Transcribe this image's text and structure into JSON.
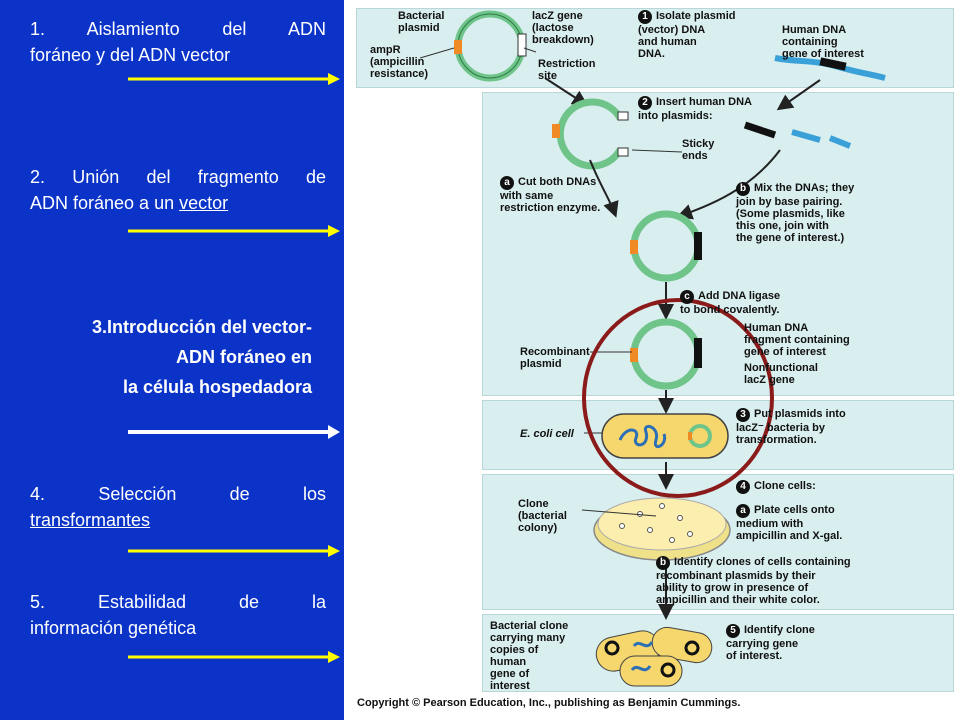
{
  "left": {
    "step1": {
      "line1": "1. Aislamiento del ADN",
      "line2": "foráneo y del ADN vector"
    },
    "step2": {
      "line1": "2. Unión del fragmento de",
      "line2_pre": "ADN foráneo a un ",
      "line2_u": "vector"
    },
    "step3": {
      "line1": "3.Introducción del vector-",
      "line2": "ADN foráneo en",
      "line3": "la célula hospedadora"
    },
    "step4": {
      "line1": "4. Selección de los",
      "line2_u": "transformantes"
    },
    "step5": {
      "line1": "5. Estabilidad de la",
      "line2": "información genética"
    }
  },
  "colors": {
    "background": "#0b33c8",
    "arrow": "#ffff00",
    "arrow_highlight": "#ffffff",
    "panel": "#d9eeee",
    "plasmid": "#6fc48a",
    "circle": "#8b1a1a"
  },
  "diagram": {
    "bacterial_plasmid": "Bacterial\nplasmid",
    "lacz_gene": "lacZ gene\n(lactose\nbreakdown)",
    "ampr": "ampR\n(ampicillin\nresistance)",
    "restriction_site": "Restriction\nsite",
    "step1": "Isolate plasmid\n(vector) DNA\nand human\nDNA.",
    "human_dna": "Human DNA\ncontaining\ngene of interest",
    "step2": "Insert human DNA\ninto plasmids:",
    "sticky_ends": "Sticky\nends",
    "step2a": "Cut both DNAs\nwith same\nrestriction enzyme.",
    "step2b": "Mix the DNAs; they\njoin by base pairing.\n(Some plasmids, like\nthis one, join with\nthe gene of interest.)",
    "step2c": "Add DNA ligase\nto bond covalently.",
    "human_fragment": "Human DNA\nfragment containing\ngene of interest",
    "recombinant": "Recombinant\nplasmid",
    "nonfunctional": "Nonfunctional\nlacZ gene",
    "step3": "Put plasmids into\nlacZ⁻ bacteria by\ntransformation.",
    "ecoli": "E. coli cell",
    "step4": "Clone cells:",
    "clone": "Clone\n(bacterial\ncolony)",
    "step4a": "Plate cells onto\nmedium with\nampicillin and X-gal.",
    "step4b": "Identify clones of cells containing\nrecombinant plasmids by their\nability to grow in presence of\nampicillin and their white color.",
    "bacterial_clone": "Bacterial clone\ncarrying many\ncopies of\nhuman\ngene of\ninterest",
    "step5": "Identify clone\ncarrying gene\nof interest.",
    "num1": "1",
    "num2": "2",
    "num3": "3",
    "num4": "4",
    "num5": "5",
    "sub_a": "a",
    "sub_b": "b",
    "sub_c": "c",
    "copyright": "Copyright © Pearson Education, Inc., publishing as Benjamin Cummings."
  }
}
